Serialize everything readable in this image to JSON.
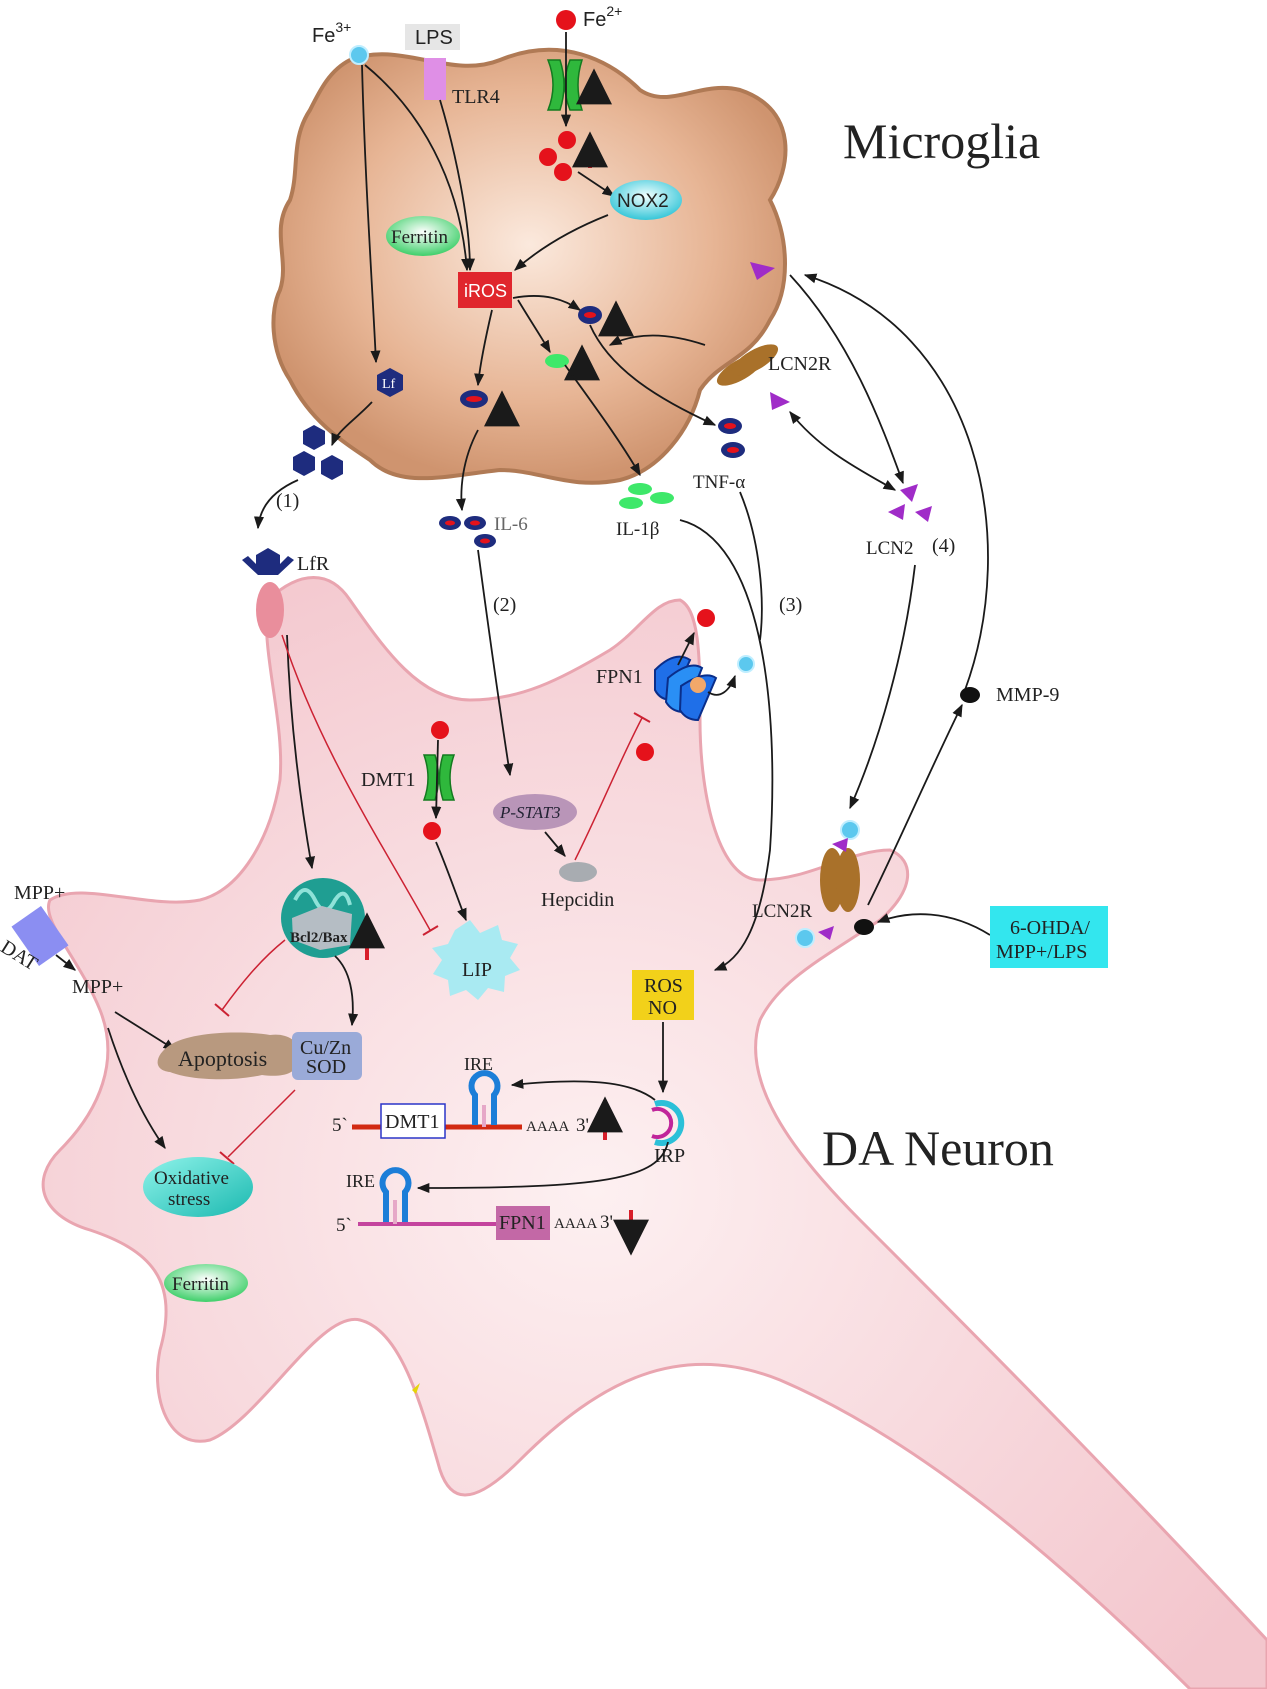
{
  "titles": {
    "microglia": "Microglia",
    "neuron": "DA Neuron"
  },
  "ions": {
    "fe3": "Fe",
    "fe3_sup": "3+",
    "fe2": "Fe",
    "fe2_sup": "2+"
  },
  "microglia": {
    "lps": "LPS",
    "tlr4": "TLR4",
    "ferritin": "Ferritin",
    "nox2": "NOX2",
    "iros": "iROS",
    "lf": "Lf",
    "lcn2r": "LCN2R",
    "tnf": "TNF-α",
    "il1b": "IL-1β",
    "il6": "IL-6",
    "lcn2": "LCN2"
  },
  "pathways": {
    "p1": "(1)",
    "p2": "(2)",
    "p3": "(3)",
    "p4": "(4)"
  },
  "neuron": {
    "lfr": "LfR",
    "fpn1": "FPN1",
    "dmt1": "DMT1",
    "pstat3": "P-STAT3",
    "hepcidin": "Hepcidin",
    "mmp9": "MMP-9",
    "lcn2r": "LCN2R",
    "stimulus_line1": "6-OHDA/",
    "stimulus_line2": "MPP+/LPS",
    "mpp_out": "MPP+",
    "dat": "DAT",
    "mpp_in": "MPP+",
    "bcl2bax": "Bcl2/Bax",
    "lip": "LIP",
    "ros": "ROS",
    "no": "NO",
    "apoptosis": "Apoptosis",
    "cuzn_line1": "Cu/Zn",
    "cuzn_line2": "SOD",
    "ire1": "IRE",
    "ire2": "IRE",
    "irp": "IRP",
    "five_prime_1": "5`",
    "dmt1_mrna": "DMT1",
    "polya_1": "AAAA",
    "three_prime_1": "3'",
    "five_prime_2": "5`",
    "fpn1_mrna": "FPN1",
    "polya_2": "AAAA",
    "three_prime_2": "3'",
    "oxidative_line1": "Oxidative",
    "oxidative_line2": "stress",
    "ferritin": "Ferritin"
  },
  "colors": {
    "microglia_body": "#d9a280",
    "microglia_edge": "#b07a55",
    "neuron_body": "#f7d6da",
    "neuron_edge": "#e6a0ab",
    "arrow": "#1a1a1a",
    "inhibit": "#cc2233",
    "up_down": "#d81e2a",
    "iron2": "#e5121b",
    "iron3": "#5cc8ee",
    "lf": "#1e2c7e",
    "iros_box": "#e0262d",
    "lcn2": "#a02cc8",
    "lcn2r": "#a9712a",
    "stimulus_box": "#33e6ee",
    "ros_box": "#f2d11a"
  }
}
